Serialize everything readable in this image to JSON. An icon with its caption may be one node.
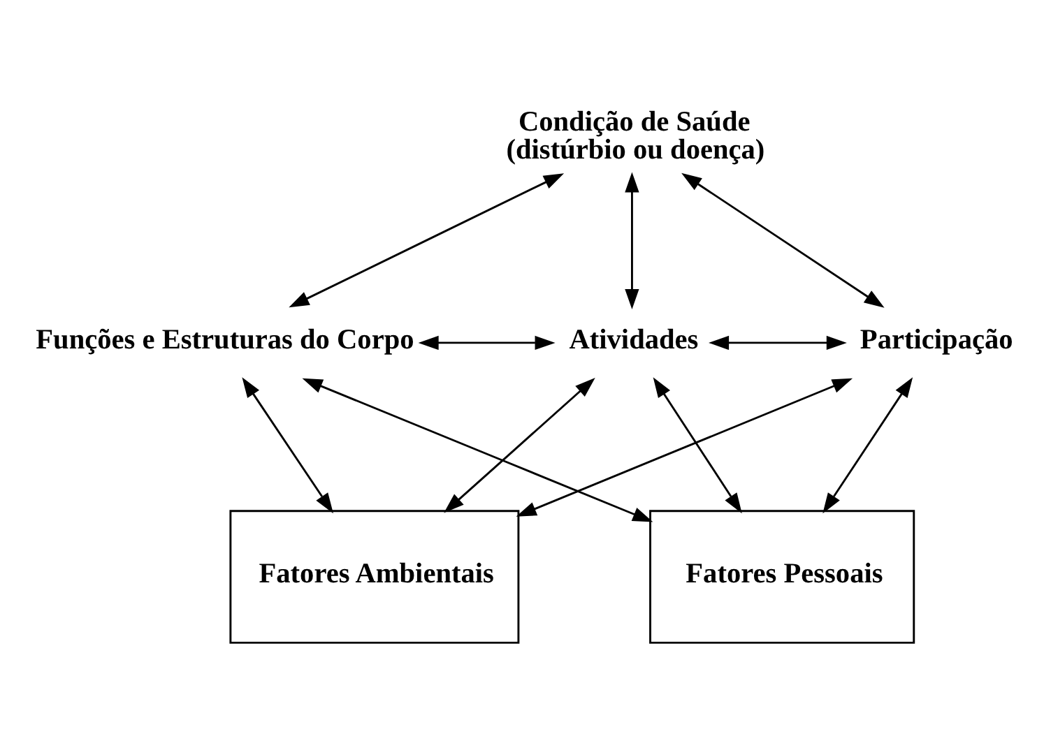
{
  "diagram": {
    "nodes": [
      {
        "text": [
          "Condição de Saúde",
          "(distúrbio ou doença)"
        ]
      },
      {
        "text": [
          "Funções e Estruturas do Corpo"
        ]
      },
      {
        "text": [
          "Atividades"
        ]
      },
      {
        "text": [
          "Participação"
        ]
      },
      {
        "text": [
          "Fatores Ambientais"
        ]
      },
      {
        "text": [
          "Fatores Pessoais"
        ]
      }
    ],
    "edges": [
      {
        "from": 0,
        "to": 2,
        "arrow": "both"
      },
      {
        "from": 0,
        "to": 1,
        "arrow": "both"
      },
      {
        "from": 0,
        "to": 3,
        "arrow": "both"
      },
      {
        "from": 1,
        "to": 2,
        "arrow": "both"
      },
      {
        "from": 2,
        "to": 3,
        "arrow": "both"
      },
      {
        "from": 1,
        "to": 4,
        "arrow": "both"
      },
      {
        "from": 2,
        "to": 4,
        "arrow": "both"
      },
      {
        "from": 3,
        "to": 4,
        "arrow": "both"
      },
      {
        "from": 1,
        "to": 5,
        "arrow": "both"
      },
      {
        "from": 2,
        "to": 5,
        "arrow": "both"
      },
      {
        "from": 3,
        "to": 5,
        "arrow": "both"
      }
    ]
  }
}
